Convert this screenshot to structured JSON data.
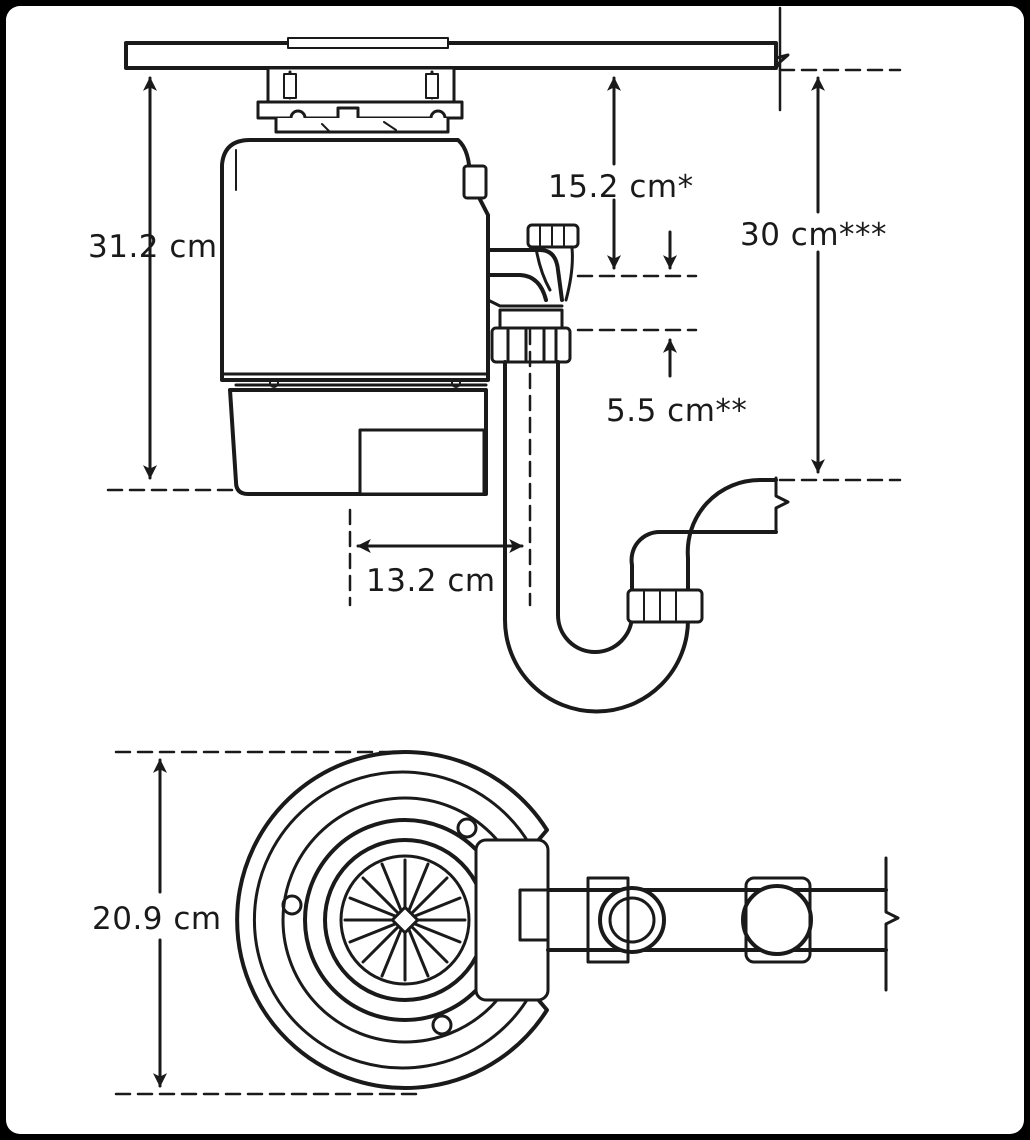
{
  "diagram": {
    "colors": {
      "line": "#1a1a1a",
      "body": "#ffffff",
      "background": "#ffffff",
      "frame": "#000000"
    },
    "dimensions": {
      "mount_height": "31.2 cm",
      "flange_to_inlet": "15.2 cm*",
      "flange_to_trap": "30 cm***",
      "inlet_offset": "5.5 cm**",
      "outlet_distance": "13.2 cm",
      "diameter": "20.9 cm"
    },
    "views": [
      "side-view",
      "top-view"
    ]
  }
}
